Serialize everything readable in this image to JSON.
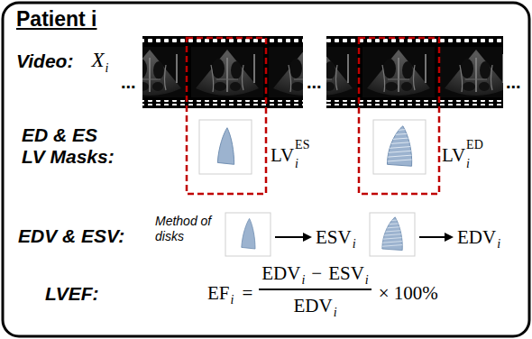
{
  "diagram": {
    "title": "Patient i",
    "labels": [
      "Video:",
      "X",
      "i",
      "ED & ES LV Masks:",
      "LV",
      "ES",
      "i",
      "LV",
      "ED",
      "i",
      "EDV & ESV:",
      "Method of disks",
      "ESV",
      "i",
      "EDV",
      "i",
      "LVEF:",
      "EF",
      "i",
      "=",
      "EDV",
      "i",
      "−",
      "ESV",
      "i",
      "EDV",
      "i",
      "× 100%",
      "...",
      "...",
      "..."
    ]
  }
}
